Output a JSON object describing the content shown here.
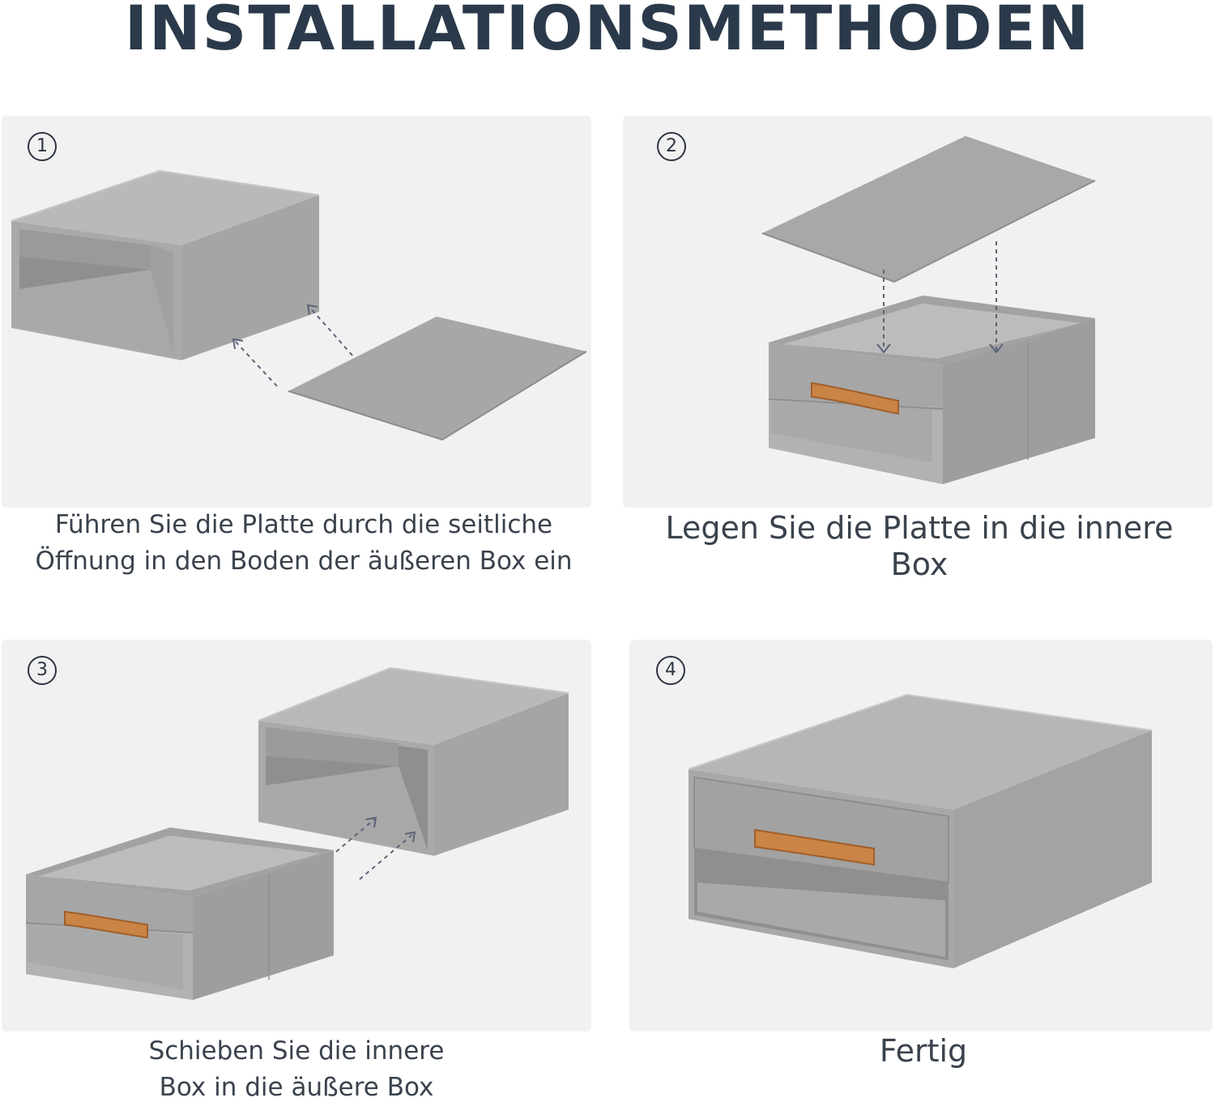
{
  "title": "INSTALLATIONSMETHODEN",
  "steps": [
    {
      "number": "1",
      "caption": "Führen Sie die Platte durch die seitliche Öffnung in den Boden der äußeren Box ein"
    },
    {
      "number": "2",
      "caption": "Legen Sie die Platte in die innere Box"
    },
    {
      "number": "3",
      "caption": "Schieben Sie die innere Box in die äußere Box"
    },
    {
      "number": "4",
      "caption": "Fertig"
    }
  ],
  "colors": {
    "panel_bg": "#f1f1f1",
    "box_gray": "#a3a3a3",
    "handle_orange": "#c98446",
    "title_navy": "#2b3a4a"
  },
  "icons": [
    "outer-box-illustration",
    "base-panel-illustration",
    "inner-box-illustration",
    "dashed-arrow-icon",
    "leather-handle-icon"
  ]
}
